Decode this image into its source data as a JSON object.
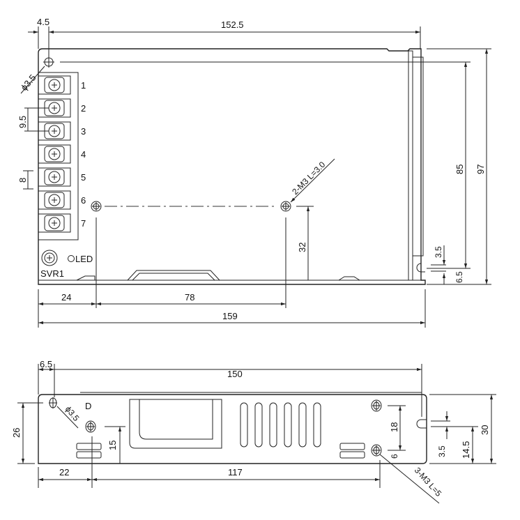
{
  "top_view": {
    "dims": {
      "hole_offset": "4.5",
      "hole_span": "152.5",
      "hole_dia": "ϕ3.5",
      "terminal_pitch": "9.5",
      "terminal_width": "8",
      "mount_callout": "2-M3 L=3.0",
      "mount_height": "32",
      "left_to_mount": "24",
      "mount_span": "78",
      "overall_length": "159",
      "height_inner": "85",
      "height_overall": "97",
      "slot_width": "3.5",
      "slot_offset": "6.5"
    },
    "terminals": [
      "1",
      "2",
      "3",
      "4",
      "5",
      "6",
      "7"
    ],
    "svr_label": "SVR1",
    "led_label": "LED"
  },
  "side_view": {
    "dims": {
      "hole_offset": "6.5",
      "hole_span": "150",
      "hole_dia": "ϕ3.5",
      "hole_height": "26",
      "left_mount_height": "15",
      "right_mount_span": "18",
      "right_mount_low": "6",
      "overall_height": "30",
      "slot_height": "14.5",
      "slot_width": "3.5",
      "left_to_mount": "22",
      "mount_span": "117",
      "mount_callout": "3-M3 L=5"
    },
    "marking": "D"
  }
}
